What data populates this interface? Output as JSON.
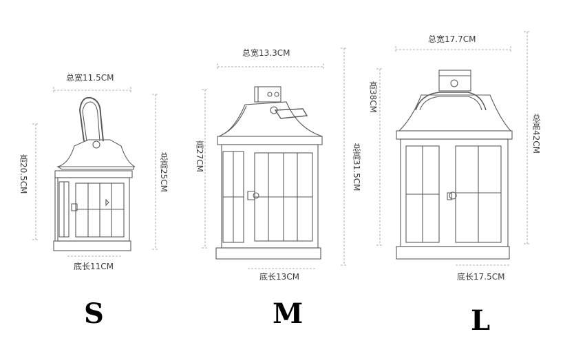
{
  "lanterns": [
    {
      "size": "S",
      "total_width": "总宽11.5CM",
      "body_height": "高20.5CM",
      "total_height": "总高25CM",
      "base_length": "底长11CM"
    },
    {
      "size": "M",
      "total_width": "总宽13.3CM",
      "body_height": "高27CM",
      "total_height": "总高31.5CM",
      "base_length": "底长13CM"
    },
    {
      "size": "L",
      "total_width": "总宽17.7CM",
      "body_height": "高38CM",
      "total_height": "总高42CM",
      "base_length": "底长17.5CM"
    }
  ],
  "colors": {
    "line": "#4a4a4a",
    "dim_line": "#8a8a8a",
    "size_letter": "#000000"
  }
}
